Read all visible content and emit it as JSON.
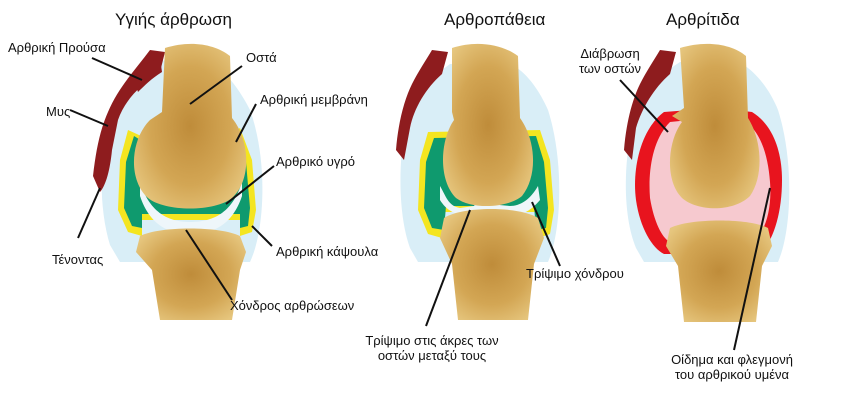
{
  "titles": {
    "healthy": "Υγιής άρθρωση",
    "arthropathy": "Αρθροπάθεια",
    "arthritis": "Αρθρίτιδα"
  },
  "labels": {
    "bursa": "Αρθρική Προύσα",
    "muscle": "Μυς",
    "tendon": "Τένοντας",
    "bones": "Οστά",
    "membrane": "Αρθρική μεμβράνη",
    "fluid": "Αρθρικό υγρό",
    "capsule": "Αρθρική κάψουλα",
    "cartilage": "Χόνδρος αρθρώσεων",
    "cartilage_wear": "Τρίψιμο χόνδρου",
    "bone_wear_l1": "Τρίψιμο στις άκρες των",
    "bone_wear_l2": "οστών μεταξύ τους",
    "erosion_l1": "Διάβρωση",
    "erosion_l2": "των οστών",
    "swelling_l1": "Οίδημα και φλεγμονή",
    "swelling_l2": "του αρθρικού υμένα"
  },
  "colors": {
    "bone": "#d9b25e",
    "bone_core": "#c0913e",
    "muscle": "#8e1c1e",
    "capsule": "#d9eef7",
    "membrane_yellow": "#f4e520",
    "fluid_green": "#0f9a6e",
    "cartilage": "#eef6fa",
    "inflamed_red": "#e8141e",
    "inflamed_pink": "#f6c9cf"
  }
}
